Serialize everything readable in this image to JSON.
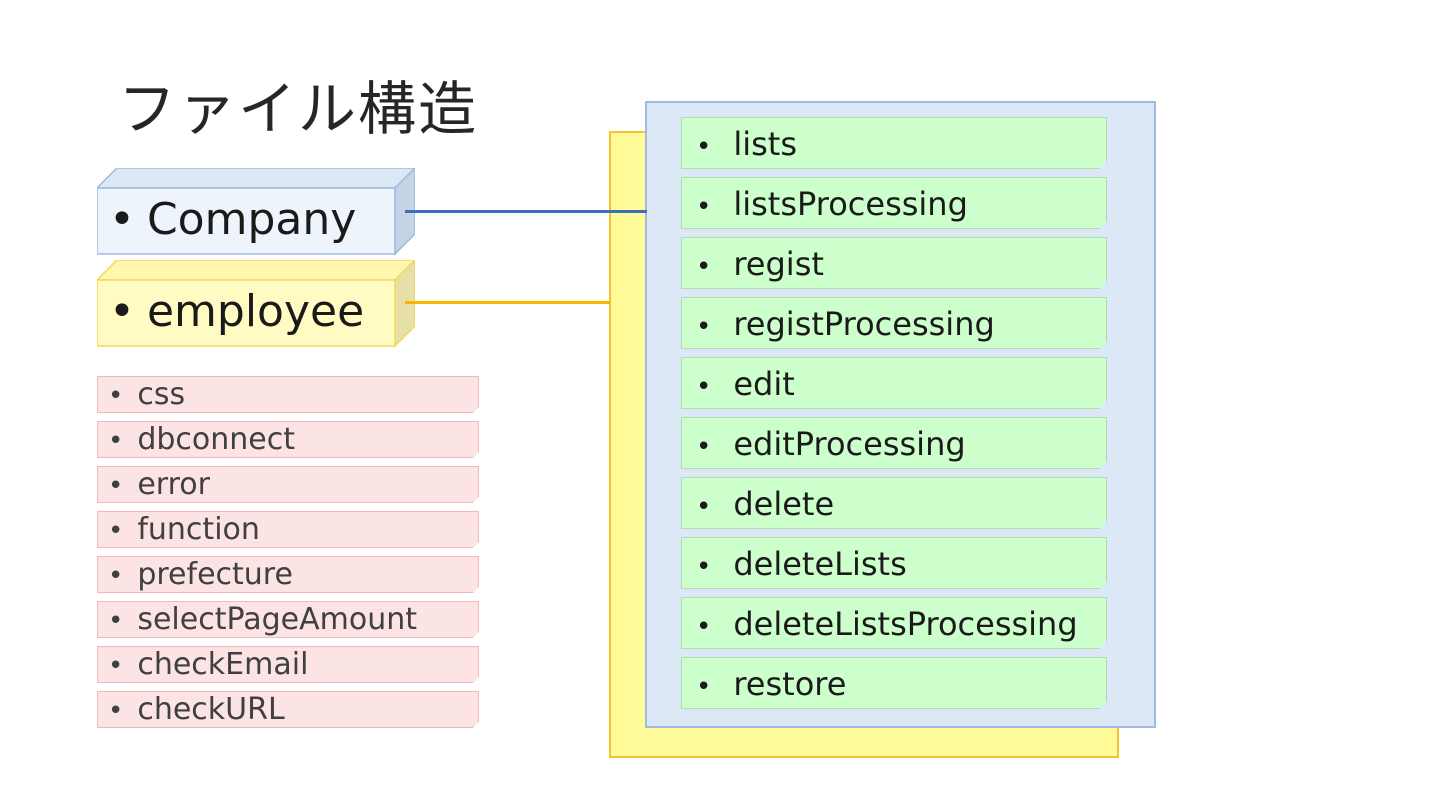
{
  "title": "ファイル構造",
  "folders": {
    "company": "Company",
    "employee": "employee"
  },
  "common_files": [
    "css",
    "dbconnect",
    "error",
    "function",
    "prefecture",
    "selectPageAmount",
    "checkEmail",
    "checkURL"
  ],
  "page_files": [
    "lists",
    "listsProcessing",
    "regist",
    "registProcessing",
    "edit",
    "editProcessing",
    "delete",
    "deleteLists",
    "deleteListsProcessing",
    "restore"
  ],
  "colors": {
    "company_box": "#eef4fb",
    "employee_box": "#fffbc2",
    "company_connector": "#3f6fba",
    "employee_connector": "#f5b800",
    "common_item": "#fde4e4",
    "page_item": "#ccffcc",
    "blue_panel": "#dce8f5",
    "yellow_panel": "#fffb98"
  }
}
